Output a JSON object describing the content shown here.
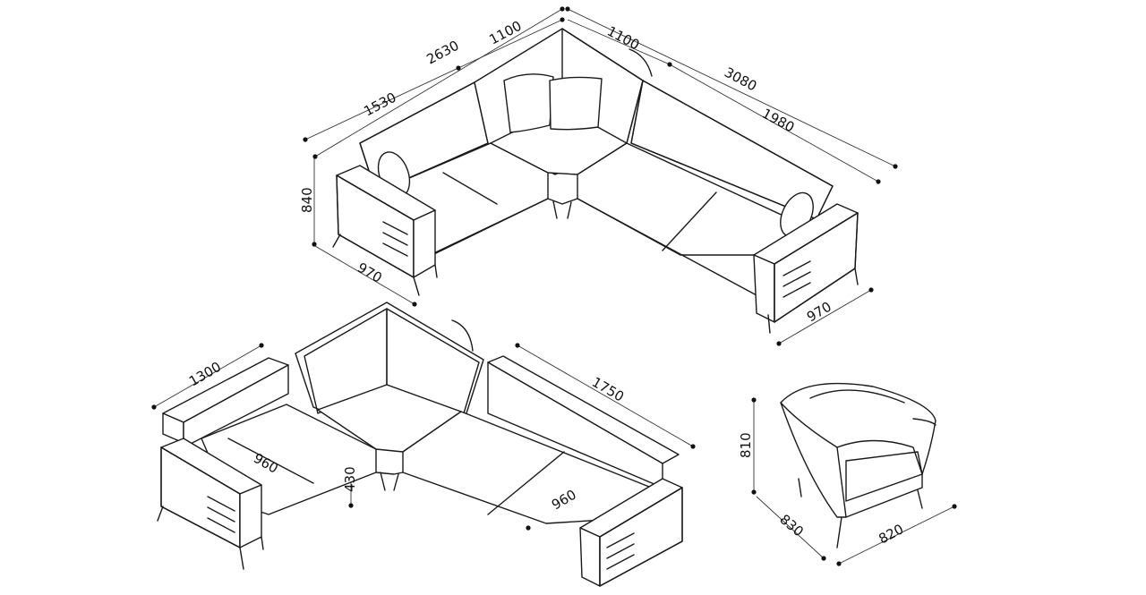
{
  "drawing": {
    "corner_set": {
      "dims": {
        "overall_left": "2630",
        "left_module": "1530",
        "corner_left": "1100",
        "corner_right": "1100",
        "overall_right": "3080",
        "right_module": "1980",
        "height": "840",
        "depth_left": "970",
        "depth_right": "970"
      }
    },
    "open_set": {
      "dims": {
        "left_length": "1300",
        "right_length": "1750",
        "seat_left": "960",
        "seat_right": "960",
        "seat_height": "430"
      }
    },
    "armchair": {
      "dims": {
        "height": "810",
        "depth": "830",
        "width": "820"
      }
    }
  },
  "colors": {
    "line": "#1a1a1a",
    "background": "#ffffff",
    "rib": "#9a9a9a"
  }
}
